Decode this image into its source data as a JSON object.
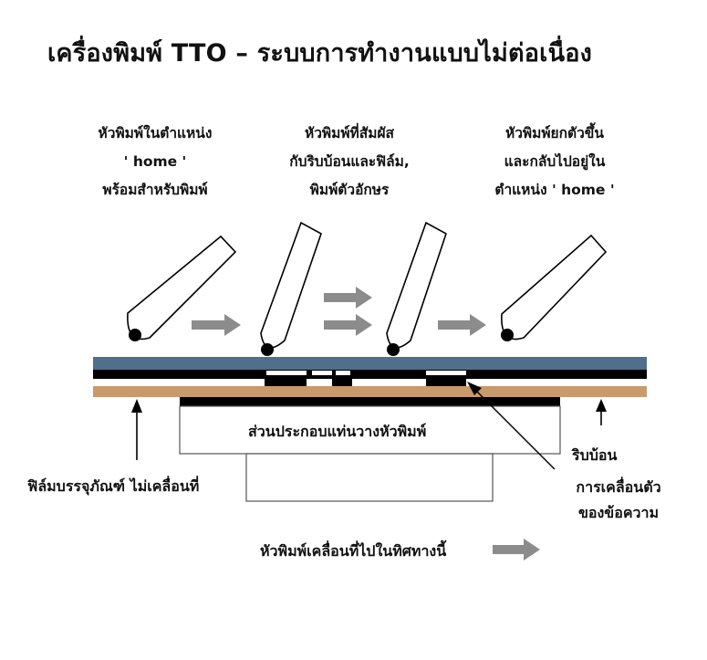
{
  "title": "เครื่องพิมพ์ TTO – ระบบการทำงานแบบไม่ต่อเนื่อง",
  "captions": {
    "stage1": [
      "หัวพิมพ์ในตำแหน่ง",
      "' home '",
      "พร้อมสำหรับพิมพ์"
    ],
    "stage2": [
      "หัวพิมพ์ที่สัมผัส",
      "กับริบบ้อนและฟิล์ม,",
      "พิมพ์ตัวอักษร"
    ],
    "stage3": [
      "หัวพิมพ์ยกตัวขึ้น",
      "และกลับไปอยู่ใน",
      "ตำแหน่ง ' home '"
    ]
  },
  "labels": {
    "printhead_mount": "ส่วนประกอบแท่นวางหัวพิมพ์",
    "packaging_film": "ฟิล์มบรรจุภัณฑ์ ไม่เคลื่อนที่",
    "ribbon": "ริบบ้อน",
    "message_movement": [
      "การเคลื่อนตัว",
      "ของข้อความ"
    ],
    "direction": "หัวพิมพ์เคลื่อนที่ไปในทิศทางนี้"
  },
  "colors": {
    "ribbon_band": "#4f6f8a",
    "film_band": "#c89a6c",
    "arrow_gray": "#8c8c8c",
    "ink": "#000000"
  }
}
